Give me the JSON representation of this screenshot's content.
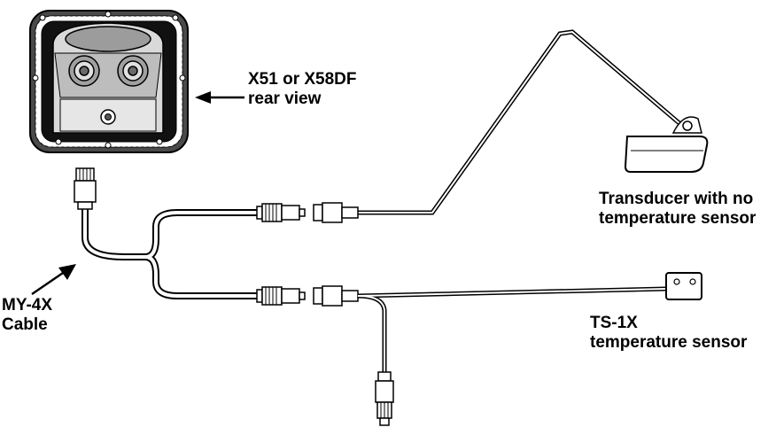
{
  "labels": {
    "unit": {
      "line1": "X51 or X58DF",
      "line2": "rear view"
    },
    "transducer": {
      "line1": "Transducer with no",
      "line2": "temperature sensor"
    },
    "cable": {
      "line1": "MY-4X",
      "line2": "Cable"
    },
    "temp_sensor": {
      "line1": "TS-1X",
      "line2": "temperature sensor"
    }
  },
  "colors": {
    "ink": "#000000",
    "paper": "#ffffff",
    "light_gray": "#e8e8e8",
    "mid_gray": "#b5b5b5",
    "dark_gray": "#4a4a4a"
  }
}
